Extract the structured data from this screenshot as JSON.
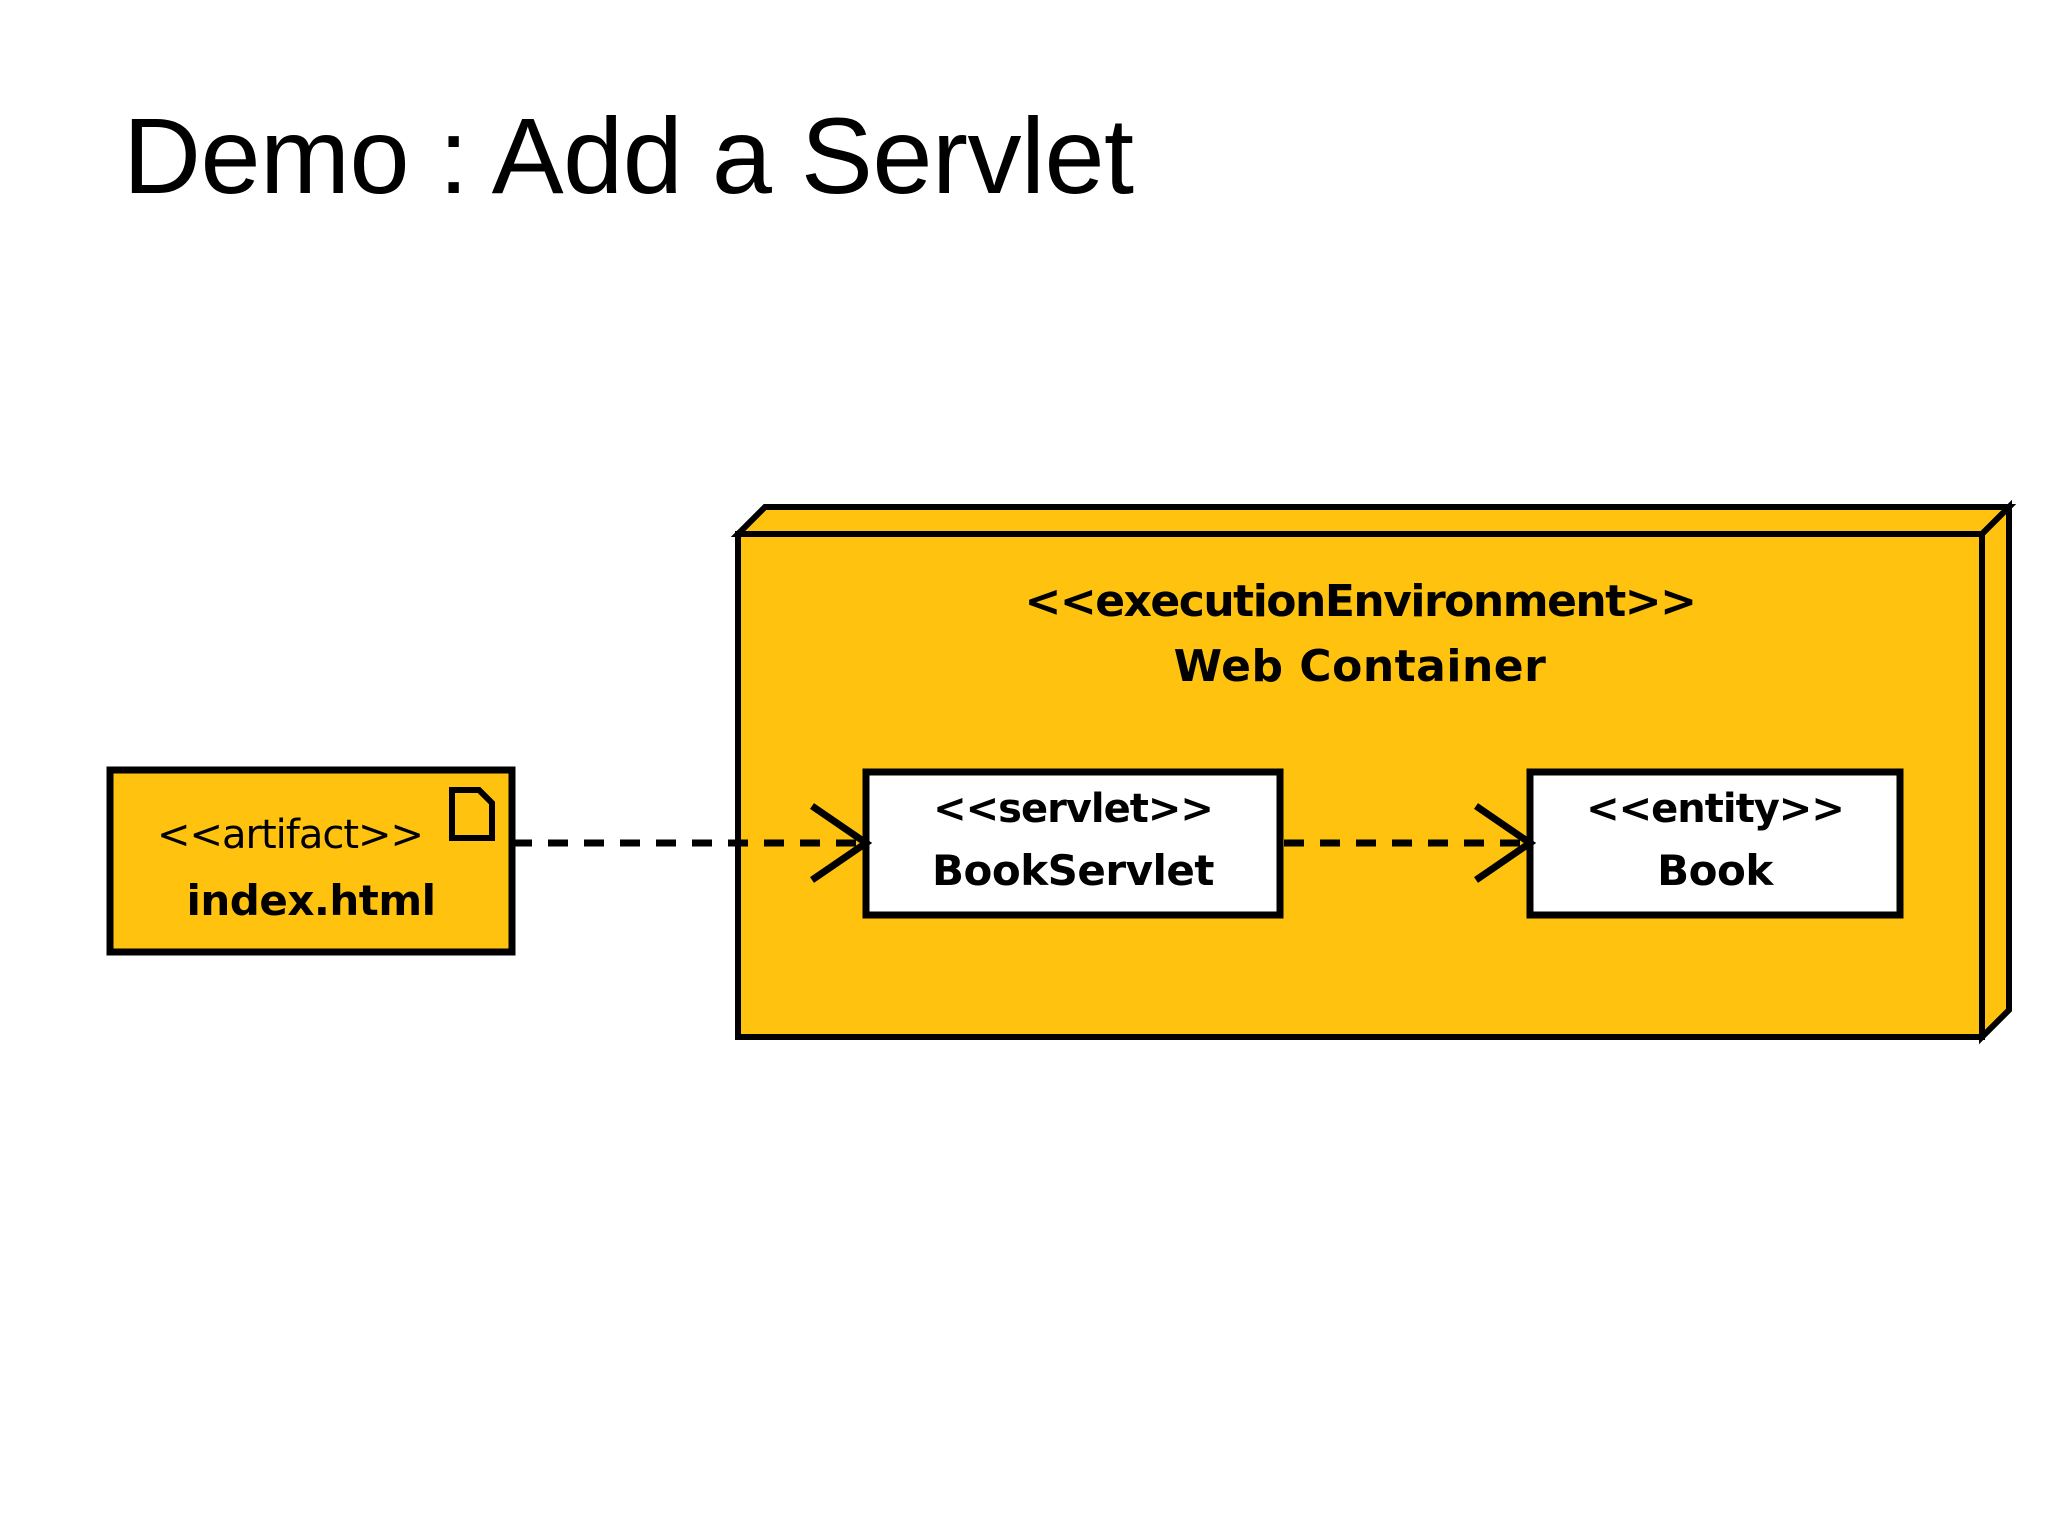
{
  "slide": {
    "title": "Demo : Add a Servlet",
    "background_color": "#ffffff"
  },
  "colors": {
    "node_fill": "#FFC20E",
    "artifact_fill": "#FFC20E",
    "component_fill": "#FFFFFF",
    "stroke": "#000000",
    "text": "#000000"
  },
  "diagram": {
    "type": "uml-deployment-diagram",
    "artifact": {
      "stereotype": "<<artifact>>",
      "name": "index.html",
      "icon": "document-icon",
      "fill": "#FFC20E"
    },
    "node": {
      "stereotype": "<<executionEnvironment>>",
      "name": "Web Container",
      "shape": "3d-box",
      "fill": "#FFC20E",
      "components": [
        {
          "stereotype": "<<servlet>>",
          "name": "BookServlet",
          "fill": "#FFFFFF"
        },
        {
          "stereotype": "<<entity>>",
          "name": "Book",
          "fill": "#FFFFFF"
        }
      ]
    },
    "connectors": [
      {
        "name": "dependency-artifact-to-servlet",
        "from": "index.html",
        "to": "BookServlet",
        "line_style": "dashed",
        "arrowhead": "open"
      },
      {
        "name": "dependency-servlet-to-entity",
        "from": "BookServlet",
        "to": "Book",
        "line_style": "dashed",
        "arrowhead": "open"
      }
    ]
  }
}
